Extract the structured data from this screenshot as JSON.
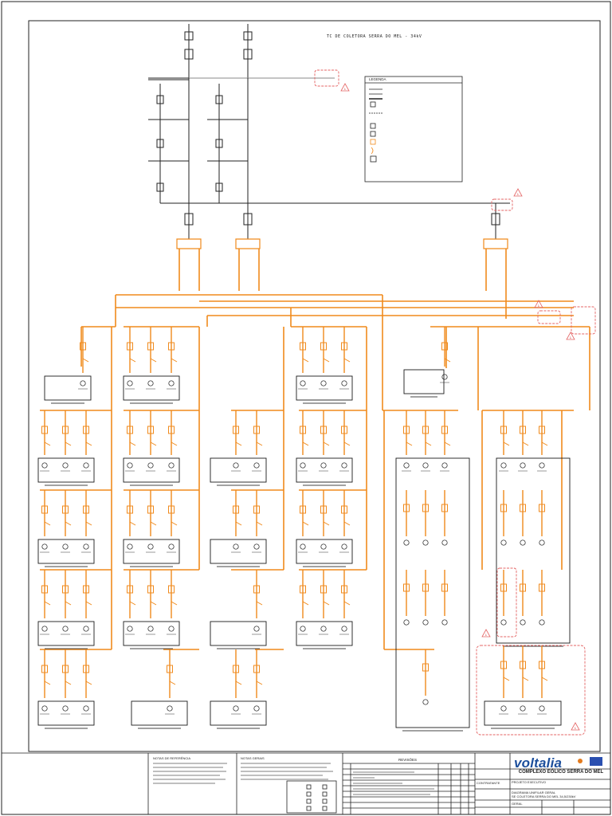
{
  "drawing": {
    "heading": "TC DE COLETORA SERRA DO MEL - 34kV",
    "legend_title": "LEGENDA",
    "brand": "voltalia",
    "project": "COMPLEXO EÓLICO SERRA DO MEL",
    "revisions_title": "REVISÕES",
    "notes_left_title": "NOTAS DE REFERÊNCIA",
    "notes_right_title": "NOTAS GERAIS",
    "stamp_left_title": "CONTRATANTE",
    "stamp_left_sub": "PROJETO EXECUTIVO",
    "stamp_title_line": "DIAGRAMA UNIFILAR GERAL",
    "stamp_title_sub": "SE COLETORA SERRA DO MEL 34,5/230kV",
    "stamp_sheet": "GERAL"
  },
  "colors": {
    "ink": "#1a1a1a",
    "feeder": "#f08a1c",
    "feeder_dark": "#c96a06",
    "revision_cloud": "#e46464",
    "brand": "#1d4f9c"
  },
  "revision_markers": [
    {
      "label": "1"
    },
    {
      "label": "1"
    },
    {
      "label": "1"
    },
    {
      "label": "1"
    },
    {
      "label": "1"
    },
    {
      "label": "1"
    }
  ]
}
